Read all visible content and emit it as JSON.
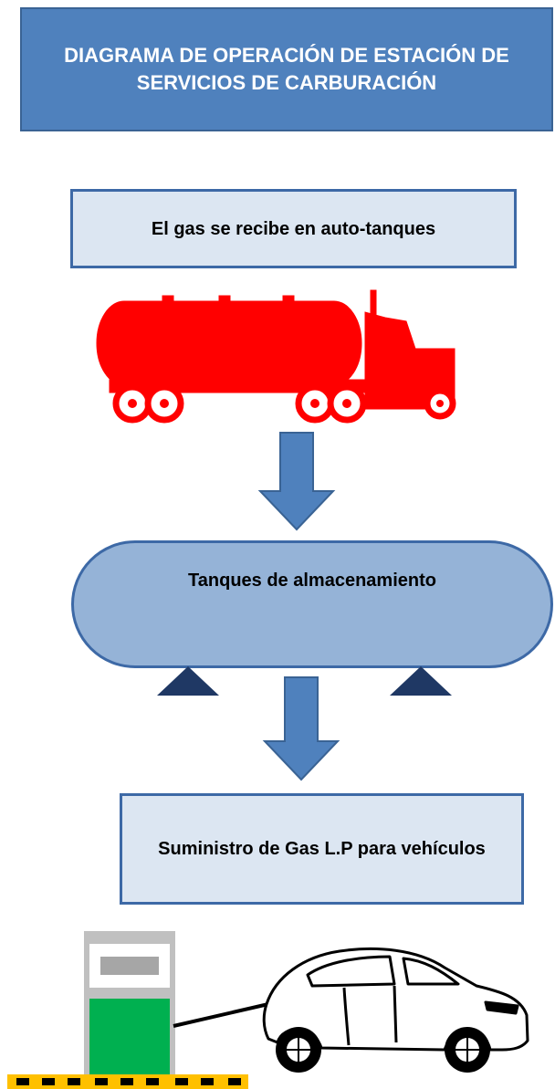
{
  "title": "DIAGRAMA DE OPERACIÓN DE ESTACIÓN DE SERVICIOS DE CARBURACIÓN",
  "steps": [
    "El gas se recibe en auto-tanques",
    "Tanques de almacenamiento",
    "Suministro de Gas L.P para vehículos"
  ],
  "colors": {
    "title_fill": "#4f81bd",
    "box_fill": "#dce6f2",
    "tank_fill": "#95b3d7",
    "arrow_fill": "#4f81bd",
    "truck": "#ff0000",
    "pump_body": "#c0c0c0",
    "pump_panel": "#00b050",
    "ground_stripe": "#ffc000"
  },
  "icons": [
    "tanker-truck-icon",
    "arrow-down-icon",
    "tank-support-icon",
    "fuel-dispenser-icon",
    "car-icon"
  ]
}
